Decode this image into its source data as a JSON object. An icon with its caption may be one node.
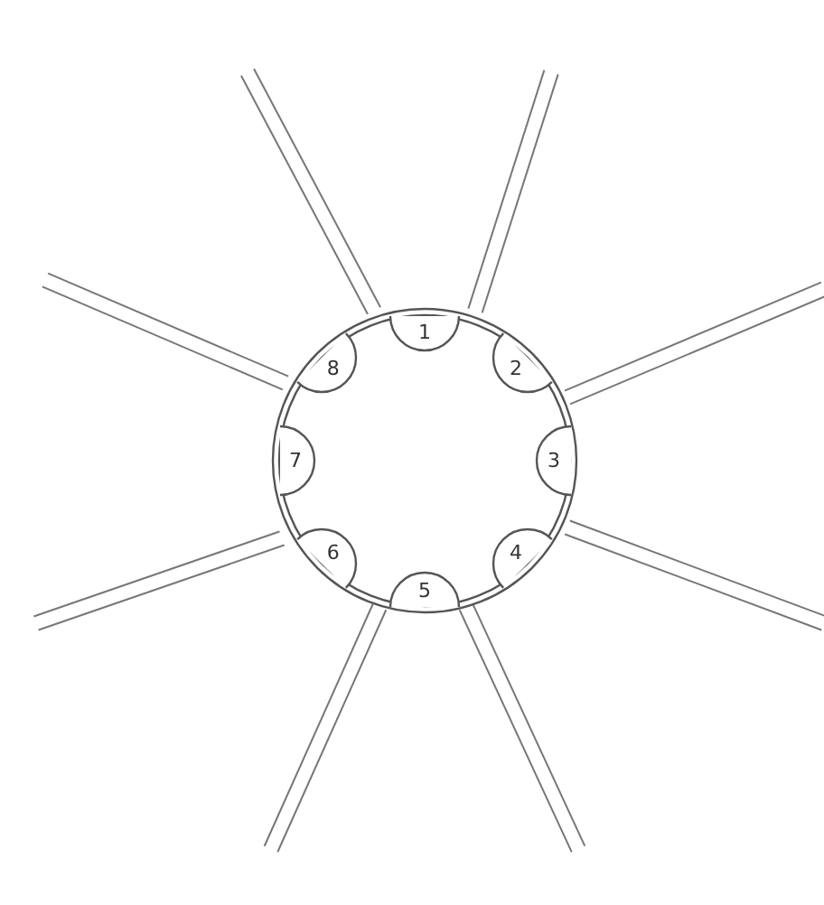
{
  "diagram": {
    "nodes": [
      {
        "text": [],
        "shape": "circle"
      },
      {
        "text": [
          "1"
        ],
        "in": 0
      },
      {
        "text": [
          "2"
        ],
        "in": 0
      },
      {
        "text": [
          "3"
        ],
        "in": 0
      },
      {
        "text": [
          "4"
        ],
        "in": 0
      },
      {
        "text": [
          "5"
        ],
        "in": 0
      },
      {
        "text": [
          "6"
        ],
        "in": 0
      },
      {
        "text": [
          "7"
        ],
        "in": 0
      },
      {
        "text": [
          "8"
        ],
        "in": 0
      }
    ]
  }
}
